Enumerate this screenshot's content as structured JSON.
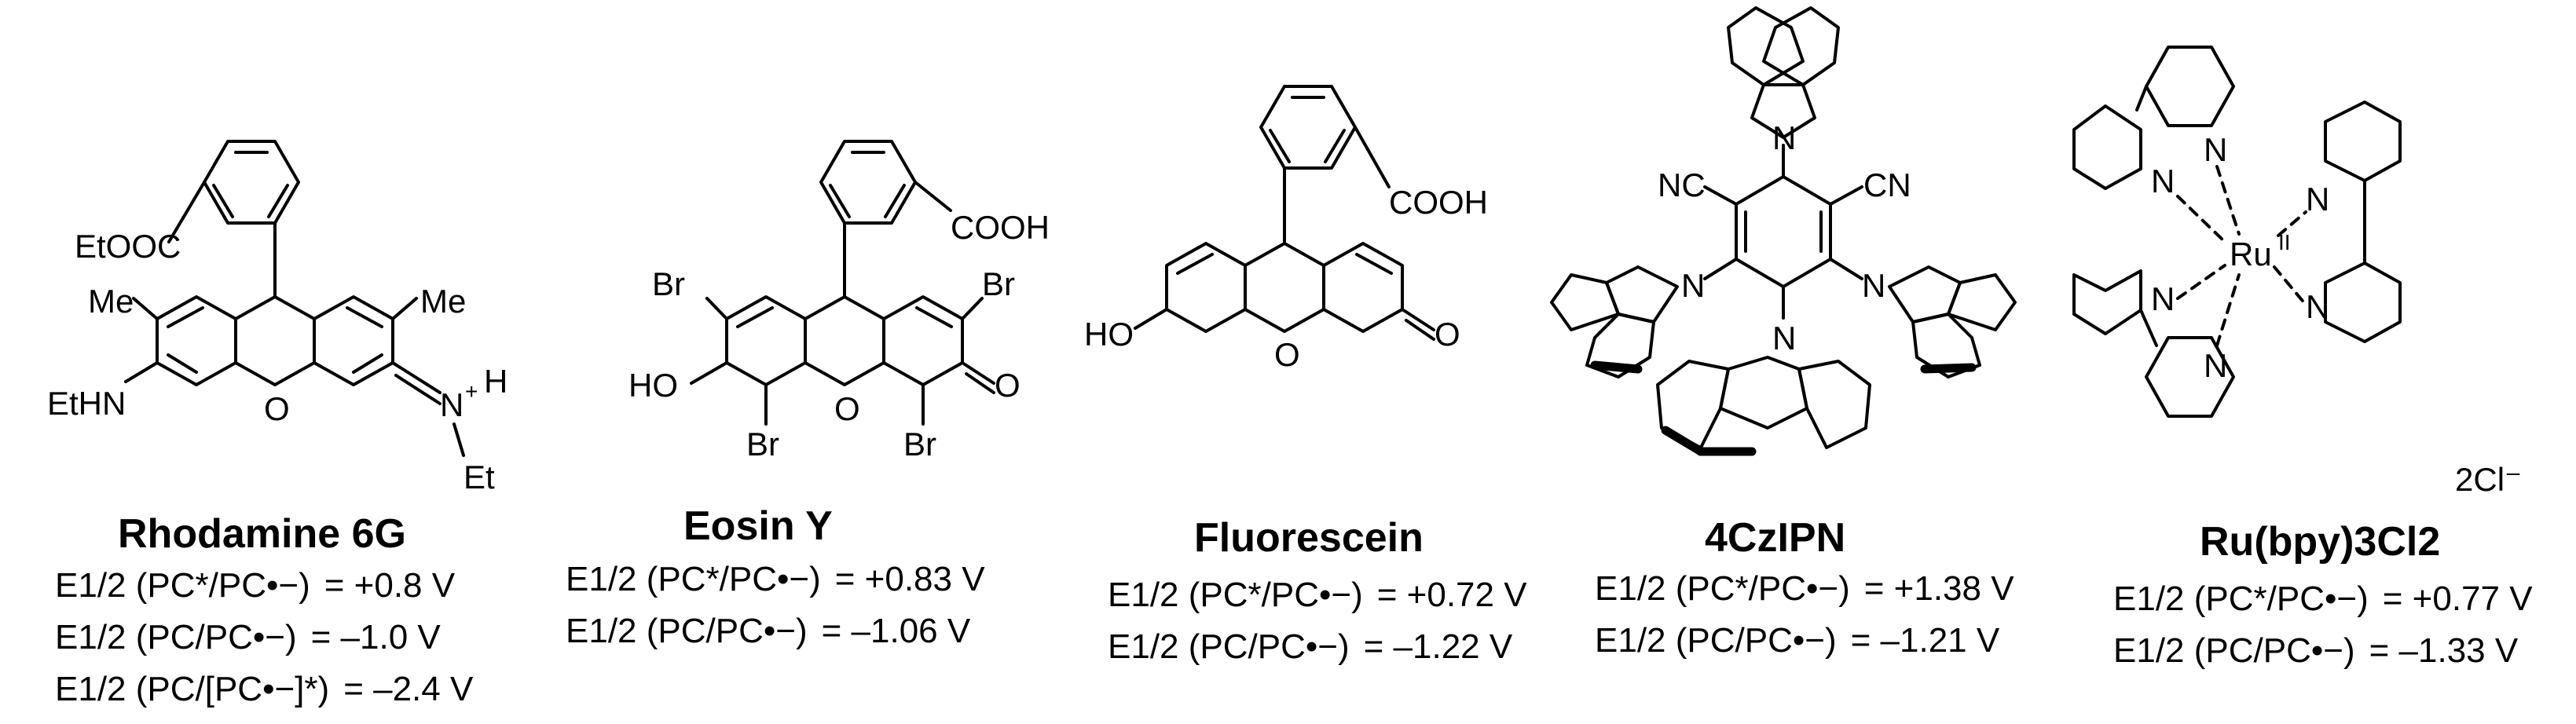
{
  "compounds": [
    {
      "name": "Rhodamine 6G",
      "atoms": {
        "ester": "EtOOC",
        "me_left": "Me",
        "me_right": "Me",
        "amine_left": "EtHN",
        "iminium": "N",
        "charge": "+",
        "h": "H",
        "ethyl": "Et",
        "oxygen": "O"
      },
      "potentials": [
        {
          "label": "E1/2 (PC*/PC•−)",
          "value": "= +0.8 V"
        },
        {
          "label": "E1/2 (PC/PC•−)",
          "value": "= –1.0 V"
        },
        {
          "label": "E1/2 (PC/[PC•−]*)",
          "value": "= –2.4 V"
        }
      ]
    },
    {
      "name": "Eosin Y",
      "atoms": {
        "acid": "COOH",
        "br1": "Br",
        "br2": "Br",
        "br3": "Br",
        "br4": "Br",
        "hydroxy": "HO",
        "oxygen": "O",
        "ketone": "O"
      },
      "potentials": [
        {
          "label": "E1/2 (PC*/PC•−)",
          "value": "= +0.83 V"
        },
        {
          "label": "E1/2 (PC/PC•−)",
          "value": "= –1.06 V"
        }
      ]
    },
    {
      "name": "Fluorescein",
      "atoms": {
        "acid": "COOH",
        "hydroxy": "HO",
        "oxygen": "O",
        "ketone": "O"
      },
      "potentials": [
        {
          "label": "E1/2 (PC*/PC•−)",
          "value": "= +0.72 V"
        },
        {
          "label": "E1/2 (PC/PC•−)",
          "value": "= –1.22 V"
        }
      ]
    },
    {
      "name": "4CzIPN",
      "atoms": {
        "nitrile_left": "NC",
        "nitrile_right": "CN",
        "n": "N"
      },
      "potentials": [
        {
          "label": "E1/2 (PC*/PC•−)",
          "value": "= +1.38 V"
        },
        {
          "label": "E1/2 (PC/PC•−)",
          "value": "= –1.21 V"
        }
      ]
    },
    {
      "name": "Ru(bpy)3Cl2",
      "atoms": {
        "metal": "Ru",
        "oxidation": "II",
        "n": "N",
        "counterion": "2Cl⁻"
      },
      "potentials": [
        {
          "label": "E1/2 (PC*/PC•−)",
          "value": "= +0.77 V"
        },
        {
          "label": "E1/2 (PC/PC•−)",
          "value": "= –1.33 V"
        }
      ]
    }
  ]
}
